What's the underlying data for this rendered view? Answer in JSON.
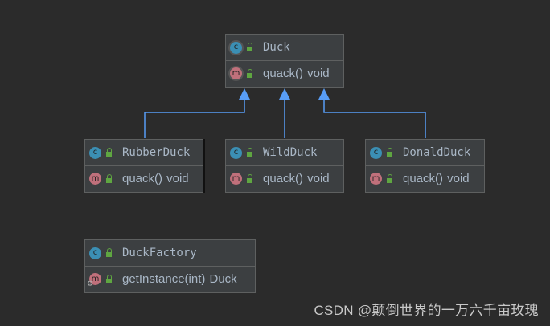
{
  "diagram": {
    "type": "UML class diagram",
    "classes": [
      {
        "id": "duck",
        "name": "Duck",
        "kind": "abstract class",
        "visibility": "public",
        "members": [
          {
            "signature": "quack()",
            "return_type": "void",
            "kind": "abstract method",
            "visibility": "public",
            "static": false
          }
        ]
      },
      {
        "id": "rubberduck",
        "name": "RubberDuck",
        "kind": "class",
        "visibility": "public",
        "members": [
          {
            "signature": "quack()",
            "return_type": "void",
            "kind": "method",
            "visibility": "public",
            "static": false
          }
        ]
      },
      {
        "id": "wildduck",
        "name": "WildDuck",
        "kind": "class",
        "visibility": "public",
        "members": [
          {
            "signature": "quack()",
            "return_type": "void",
            "kind": "method",
            "visibility": "public",
            "static": false
          }
        ]
      },
      {
        "id": "donaldduck",
        "name": "DonaldDuck",
        "kind": "class",
        "visibility": "public",
        "members": [
          {
            "signature": "quack()",
            "return_type": "void",
            "kind": "method",
            "visibility": "public",
            "static": false
          }
        ]
      },
      {
        "id": "duckfactory",
        "name": "DuckFactory",
        "kind": "class",
        "visibility": "public",
        "members": [
          {
            "signature": "getInstance(int)",
            "return_type": "Duck",
            "kind": "method",
            "visibility": "public",
            "static": true
          }
        ]
      }
    ],
    "relations": [
      {
        "from": "RubberDuck",
        "to": "Duck",
        "type": "generalization"
      },
      {
        "from": "WildDuck",
        "to": "Duck",
        "type": "generalization"
      },
      {
        "from": "DonaldDuck",
        "to": "Duck",
        "type": "generalization"
      }
    ],
    "icon_letters": {
      "class": "c",
      "method": "m"
    },
    "colors": {
      "background": "#2b2b2b",
      "box": "#3c3f41",
      "edge": "#589df6",
      "class_icon": "#3b8fb4",
      "method_icon": "#c0707b",
      "visibility_public": "#5fa641",
      "text": "#a9b7c6"
    }
  },
  "watermark": "CSDN @颠倒世界的一万六千亩玫瑰"
}
